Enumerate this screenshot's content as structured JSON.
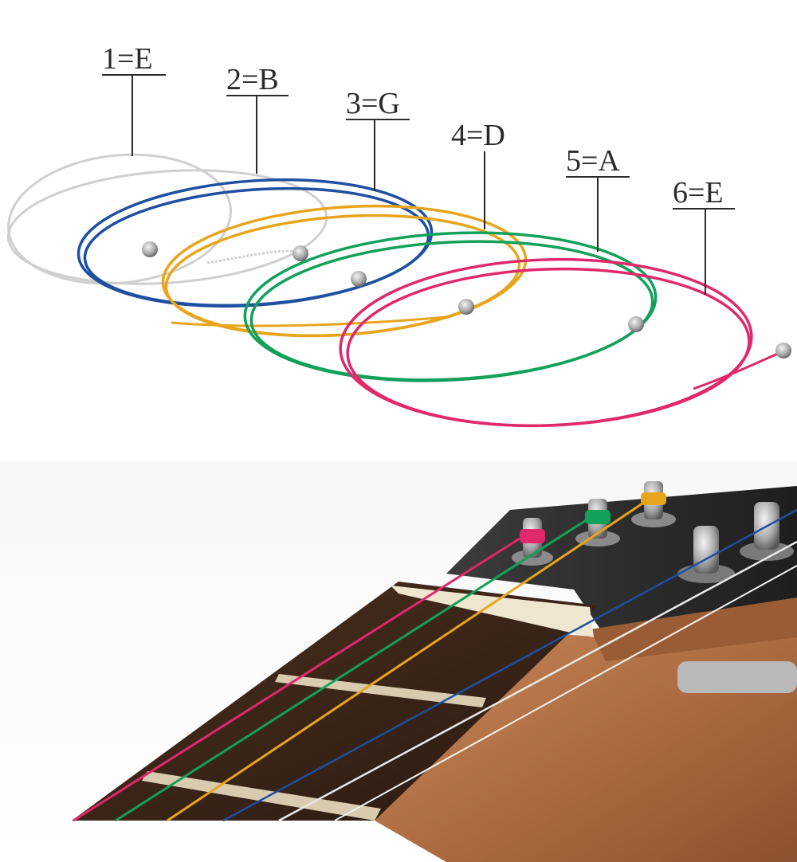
{
  "labels": [
    {
      "text": "1=E",
      "color": "#c9c9c9"
    },
    {
      "text": "2=B",
      "color": "#1e4fa0"
    },
    {
      "text": "3=G",
      "color": "#e8a51c"
    },
    {
      "text": "4=D",
      "color": "#12a05a"
    },
    {
      "text": "5=A",
      "color": "#e0286a"
    },
    {
      "text": "6=E",
      "color": "#e0286a"
    }
  ],
  "colors": {
    "background": "#ffffff",
    "fretboard": "#3a2518",
    "headstock": "#b87a4e",
    "nut": "#efe6d0",
    "label_text": "#2a2a2a"
  }
}
